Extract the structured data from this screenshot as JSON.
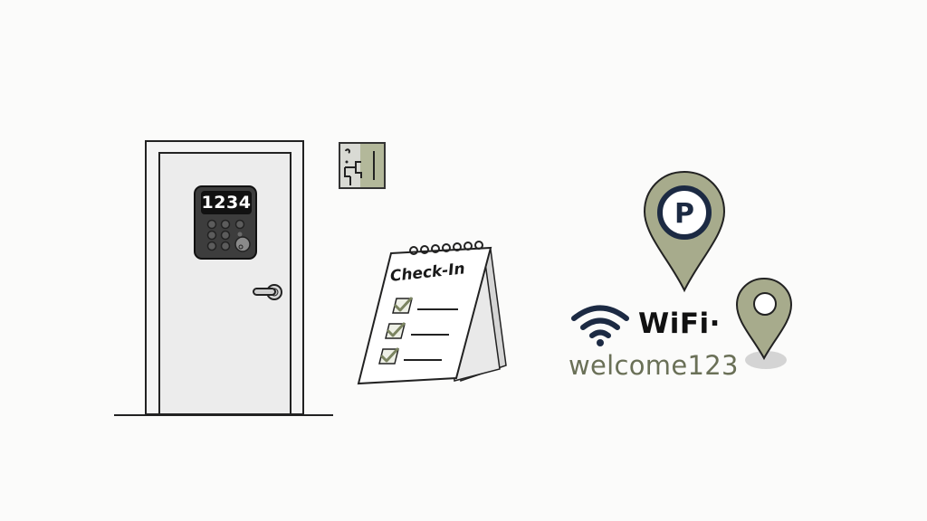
{
  "scene": {
    "description": "Vacation rental check-in illustration",
    "colors": {
      "background": "#fbfbfa",
      "outline": "#222222",
      "door_fill": "#ececec",
      "keypad": "#3a3a3a",
      "sage": "#a7ab8c",
      "navy": "#1c2a43",
      "password_text": "#6a7057"
    }
  },
  "door": {
    "keypad": {
      "code": "1234",
      "buttons": 9,
      "icon": "keypad-icon"
    },
    "handle_icon": "door-handle-icon"
  },
  "wall_sign": {
    "icon": "restroom-sign-icon"
  },
  "checkin_card": {
    "title": "Check-In",
    "items": [
      {
        "checked": true
      },
      {
        "checked": true
      },
      {
        "checked": true
      }
    ]
  },
  "wifi": {
    "label": "WiFi·",
    "password": "welcome123",
    "icon": "wifi-icon"
  },
  "parking_pin": {
    "letter": "P",
    "icon": "map-pin-icon"
  },
  "location_pin": {
    "icon": "map-pin-icon"
  }
}
